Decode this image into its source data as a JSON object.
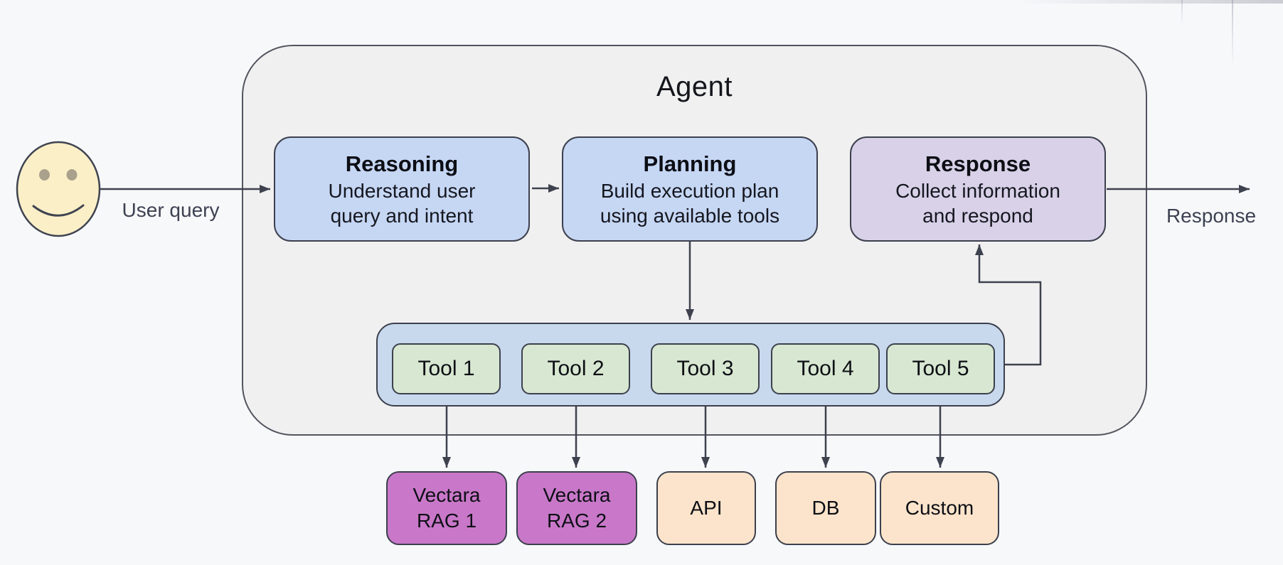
{
  "agent": {
    "title": "Agent"
  },
  "labels": {
    "user_query": "User query",
    "response_out": "Response"
  },
  "stages": [
    {
      "title": "Reasoning",
      "desc": "Understand user query and intent",
      "desc_lines": [
        "Understand user",
        "query and intent"
      ]
    },
    {
      "title": "Planning",
      "desc": "Build execution plan using available tools",
      "desc_lines": [
        "Build execution plan",
        "using available tools"
      ]
    },
    {
      "title": "Response",
      "desc": "Collect information and respond",
      "desc_lines": [
        "Collect information",
        "and respond"
      ]
    }
  ],
  "tools": [
    {
      "label": "Tool 1"
    },
    {
      "label": "Tool 2"
    },
    {
      "label": "Tool 3"
    },
    {
      "label": "Tool 4"
    },
    {
      "label": "Tool 5"
    }
  ],
  "resources": [
    {
      "label": "Vectara RAG 1",
      "lines": [
        "Vectara",
        "RAG 1"
      ]
    },
    {
      "label": "Vectara RAG 2",
      "lines": [
        "Vectara",
        "RAG 2"
      ]
    },
    {
      "label": "API",
      "lines": [
        "API"
      ]
    },
    {
      "label": "DB",
      "lines": [
        "DB"
      ]
    },
    {
      "label": "Custom",
      "lines": [
        "Custom"
      ]
    }
  ],
  "colors": {
    "canvas_bg": "#f7f8fa",
    "agent_bg": "#f0f0f1",
    "stage_blue": "#c6d7f4",
    "response_purple": "#d8d1e8",
    "tools_panel_blue": "#c8d9ee",
    "tool_green": "#d8e7d1",
    "vectara_magenta": "#c978c9",
    "resource_peach": "#fbe4cb",
    "face_yellow": "#fbefc8",
    "outline_dark": "#3c404d",
    "arrow_dark": "#3e424e",
    "label_gray": "#3d4252"
  }
}
